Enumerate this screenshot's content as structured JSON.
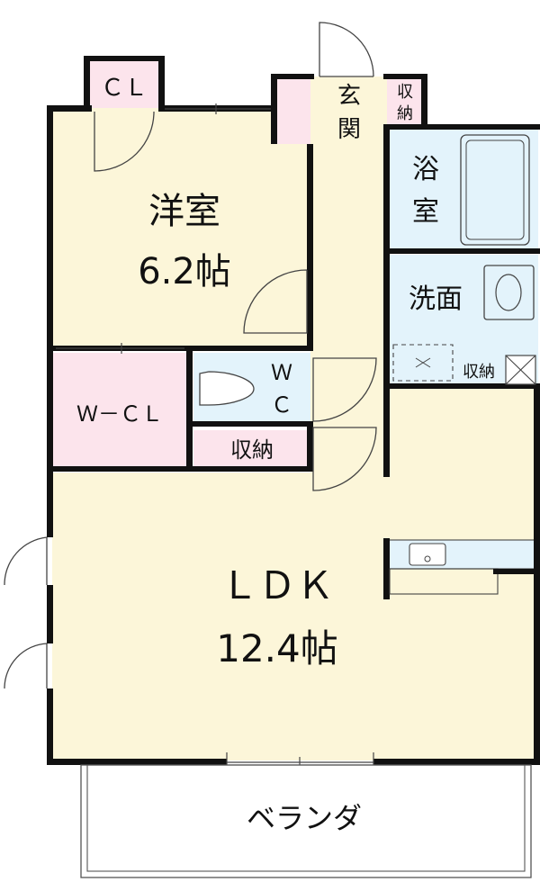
{
  "rooms": {
    "youshitsu": {
      "name": "洋室",
      "size": "6.2帖"
    },
    "ldk": {
      "name": "ＬＤＫ",
      "size": "12.4帖"
    },
    "cl": {
      "name": "ＣＬ"
    },
    "wcl": {
      "name": "Ｗ－ＣＬ"
    },
    "wc": {
      "line1": "Ｗ",
      "line2": "Ｃ"
    },
    "shuno_center": {
      "name": "収納"
    },
    "genkan": {
      "line1": "玄",
      "line2": "関"
    },
    "shuno_top": {
      "line1": "収",
      "line2": "納"
    },
    "yokushitsu": {
      "line1": "浴",
      "line2": "室"
    },
    "senmen": {
      "name": "洗面"
    },
    "shuno_right": {
      "name": "収納"
    },
    "veranda": {
      "name": "ベランダ"
    }
  },
  "colors": {
    "living": "#fcf6d9",
    "closet": "#fce4ec",
    "wet": "#e3f3fb",
    "wall": "#111111",
    "line": "#555555"
  }
}
